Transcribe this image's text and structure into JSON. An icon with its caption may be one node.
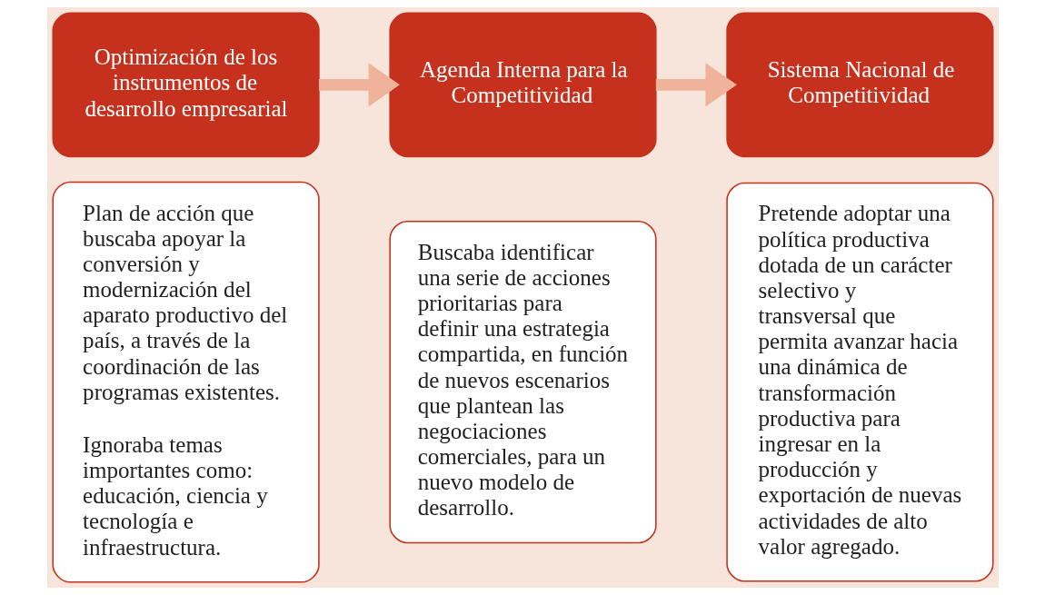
{
  "diagram": {
    "nodes": [
      {
        "text": [
          "Optimización de los instrumentos de desarrollo empresarial"
        ]
      },
      {
        "text": [
          "Plan de acción que buscaba apoyar la conversión y modernización del aparato productivo del país, a través de la coordinación de las programas existentes.",
          "Ignoraba temas importantes como: educación, ciencia y tecnología e infraestructura."
        ]
      },
      {
        "text": [
          "Agenda Interna para la Competitividad"
        ]
      },
      {
        "text": [
          "Buscaba identificar una serie de acciones prioritarias para definir una estrategia compartida, en función de nuevos escenarios que plantean las negociaciones comerciales, para un nuevo modelo de desarrollo."
        ]
      },
      {
        "text": [
          "Sistema Nacional de Competitividad"
        ]
      },
      {
        "text": [
          "Pretende adoptar una política productiva dotada de un carácter selectivo y transversal que permita avanzar hacia una dinámica de transformación productiva para ingresar en la producción y exportación de nuevas actividades de alto valor agregado."
        ]
      }
    ],
    "edges": [
      {
        "from": 0,
        "to": 2,
        "arrow": "to"
      },
      {
        "from": 2,
        "to": 4,
        "arrow": "to"
      }
    ]
  }
}
